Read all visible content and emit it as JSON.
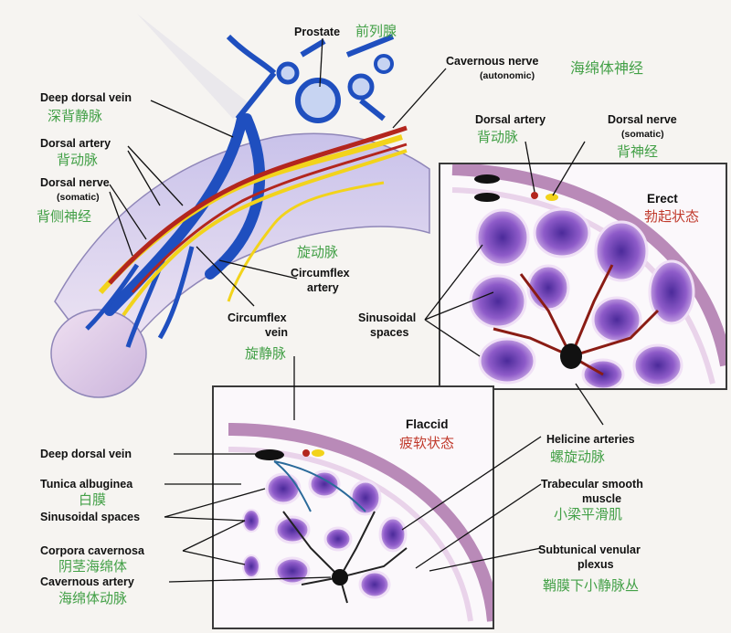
{
  "labels": {
    "prostate": "Prostate",
    "prostate_cn": "前列腺",
    "cavernous_nerve": "Cavernous nerve",
    "cavernous_nerve_sub": "(autonomic)",
    "cavernous_nerve_cn": "海绵体神经",
    "deep_dorsal_vein_top": "Deep dorsal vein",
    "deep_dorsal_vein_top_cn": "深背静脉",
    "dorsal_artery_left": "Dorsal artery",
    "dorsal_artery_left_cn": "背动脉",
    "dorsal_nerve_left": "Dorsal nerve",
    "dorsal_nerve_left_sub": "(somatic)",
    "dorsal_nerve_left_cn": "背侧神经",
    "dorsal_artery_right": "Dorsal artery",
    "dorsal_artery_right_cn": "背动脉",
    "dorsal_nerve_right": "Dorsal nerve",
    "dorsal_nerve_right_sub": "(somatic)",
    "dorsal_nerve_right_cn": "背神经",
    "erect": "Erect",
    "erect_cn": "勃起状态",
    "circumflex_artery_cn": "旋动脉",
    "circumflex_artery": "Circumflex",
    "circumflex_artery_2": "artery",
    "sinusoidal_spaces_right": "Sinusoidal",
    "sinusoidal_spaces_right_2": "spaces",
    "circumflex_vein": "Circumflex",
    "circumflex_vein_2": "vein",
    "circumflex_vein_cn": "旋静脉",
    "flaccid": "Flaccid",
    "flaccid_cn": "疲软状态",
    "deep_dorsal_vein_bottom": "Deep dorsal vein",
    "tunica_albuginea": "Tunica albuginea",
    "tunica_albuginea_cn": "白膜",
    "sinusoidal_spaces_left": "Sinusoidal spaces",
    "corpora_cavernosa": "Corpora cavernosa",
    "corpora_cavernosa_cn": "阴茎海绵体",
    "cavernous_artery": "Cavernous artery",
    "cavernous_artery_cn": "海绵体动脉",
    "helicine_arteries": "Helicine arteries",
    "helicine_arteries_cn": "螺旋动脉",
    "trabecular": "Trabecular smooth",
    "trabecular_2": "muscle",
    "trabecular_cn": "小梁平滑肌",
    "subtunical": "Subtunical venular",
    "subtunical_2": "plexus",
    "subtunical_cn": "鞘膜下小静脉丛"
  },
  "colors": {
    "label_text": "#111111",
    "chinese_green": "#43a047",
    "chinese_red": "#c0392b",
    "vein_blue": "#1f4fbf",
    "artery_red": "#b3261e",
    "nerve_yellow": "#f2d31b",
    "sinusoid_purple": "#8e5bc9",
    "tissue_pink": "#e9d3ea"
  }
}
